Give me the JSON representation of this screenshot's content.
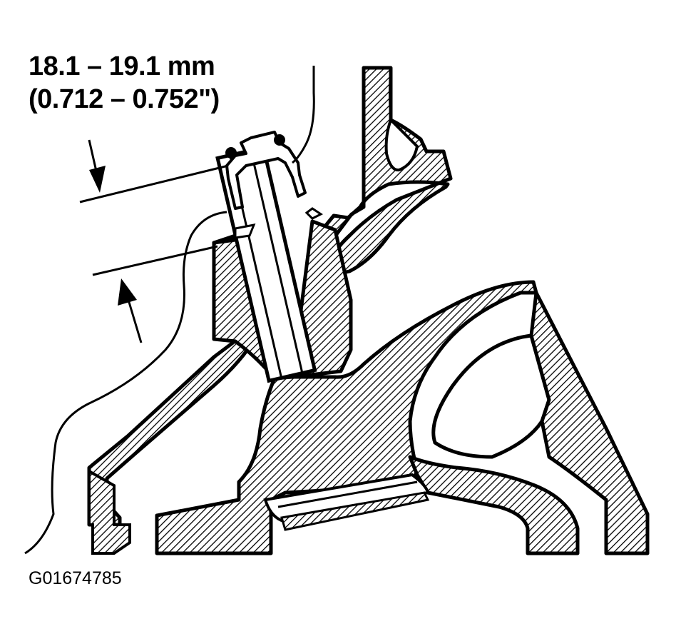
{
  "dimension": {
    "metric": "18.1 – 19.1 mm",
    "imperial": "(0.712 – 0.752\")"
  },
  "figure_id": "G01674785",
  "colors": {
    "ink": "#000000",
    "paper": "#ffffff"
  }
}
